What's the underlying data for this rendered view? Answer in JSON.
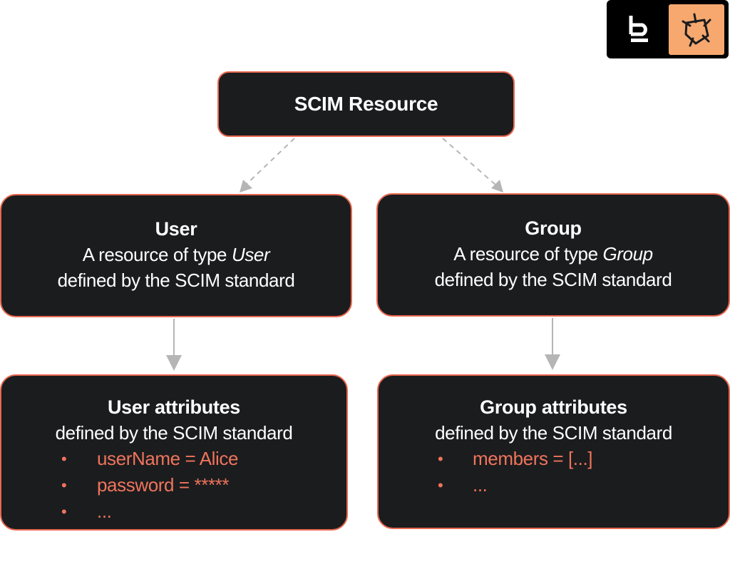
{
  "root": {
    "label": "SCIM Resource"
  },
  "user": {
    "title": "User",
    "line1_prefix": "A resource of type ",
    "line1_type": "User",
    "line2": "defined by the SCIM standard"
  },
  "group": {
    "title": "Group",
    "line1_prefix": "A resource of type ",
    "line1_type": "Group",
    "line2": "defined by the SCIM standard"
  },
  "user_attributes": {
    "title": "User attributes",
    "subtitle": "defined by the SCIM standard",
    "items": [
      "userName = Alice",
      "password = *****",
      "..."
    ]
  },
  "group_attributes": {
    "title": "Group attributes",
    "subtitle": "defined by the SCIM standard",
    "items": [
      "members = [...]",
      "..."
    ]
  },
  "bullet_char": "•",
  "colors": {
    "node_bg": "#1b1c1e",
    "node_border": "#e8674f",
    "attribute_text": "#f0745c",
    "connector": "#b5b5b5",
    "logo_accent": "#f6a86f"
  },
  "icons": {
    "logo_left": "b-letter-logo-icon",
    "logo_right": "star-knot-logo-icon"
  }
}
